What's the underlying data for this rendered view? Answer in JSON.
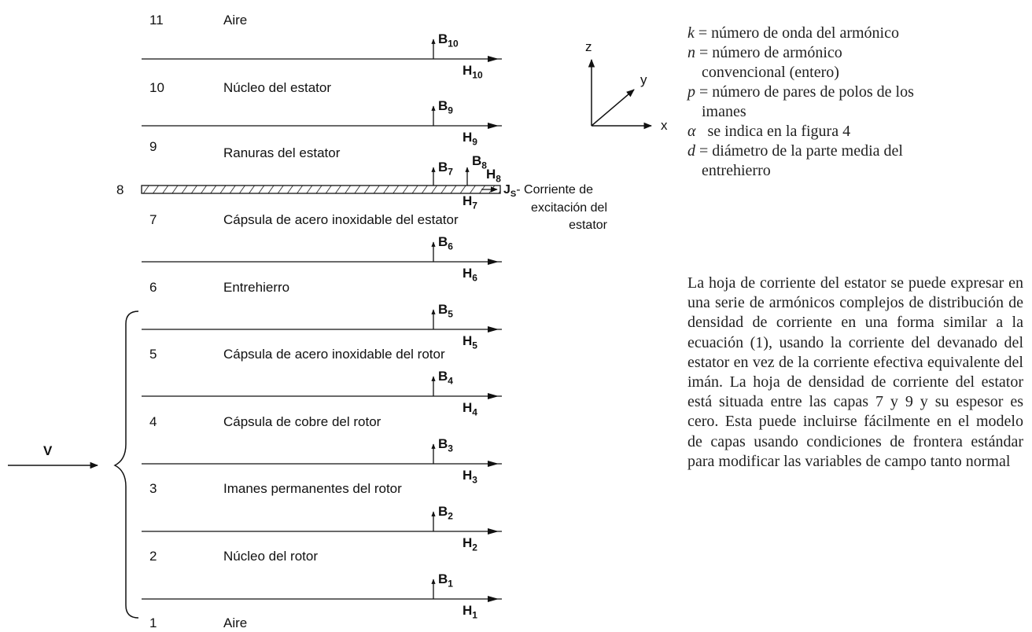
{
  "figure": {
    "layers": [
      {
        "number": "11",
        "name": "Aire"
      },
      {
        "number": "10",
        "name": "Núcleo del estator"
      },
      {
        "number": "9",
        "name": "Ranuras del estator"
      },
      {
        "number": "8",
        "name": ""
      },
      {
        "number": "7",
        "name": "Cápsula de acero inoxidable del estator"
      },
      {
        "number": "6",
        "name": "Entrehierro"
      },
      {
        "number": "5",
        "name": "Cápsula de acero inoxidable del rotor"
      },
      {
        "number": "4",
        "name": "Cápsula de cobre del rotor"
      },
      {
        "number": "3",
        "name": "Imanes permanentes del rotor"
      },
      {
        "number": "2",
        "name": "Núcleo del rotor"
      },
      {
        "number": "1",
        "name": "Aire"
      }
    ],
    "b_labels": [
      "B",
      "10",
      "9",
      "7",
      "8",
      "6",
      "5",
      "4",
      "3",
      "2",
      "1"
    ],
    "h_labels": [
      "H",
      "10",
      "9",
      "8",
      "7",
      "6",
      "5",
      "4",
      "3",
      "2",
      "1"
    ],
    "js_label": "J",
    "js_sub": "S",
    "js_desc_1": "- Corriente de",
    "js_desc_2": "excitación del",
    "js_desc_3": "estator",
    "velocity_label": "V",
    "axes": {
      "z": "z",
      "y": "y",
      "x": "x"
    }
  },
  "legend": [
    {
      "symbol": "k",
      "text": " = número de onda del armónico",
      "cont": ""
    },
    {
      "symbol": "n",
      "text": " = número de armónico",
      "cont": "convencional (entero)"
    },
    {
      "symbol": "p",
      "text": " = número de pares de polos de los",
      "cont": "imanes"
    },
    {
      "symbol": "α",
      "text": "   se indica en la figura 4",
      "cont": ""
    },
    {
      "symbol": "d",
      "text": " = diámetro de la parte media del",
      "cont": "entrehierro"
    }
  ],
  "paragraph": "La hoja de corriente del estator se puede expresar en una serie de armónicos complejos de distribución de densidad de corriente en una forma similar a la ecuación (1), usando la corriente del devanado del estator en vez de la corriente efectiva equivalente del imán. La hoja de densidad de corriente del estator está situada entre las capas 7 y 9 y su espesor es cero. Esta puede incluirse fácilmente en el modelo de capas usando condiciones de frontera estándar para modificar las variables de campo tanto normal"
}
